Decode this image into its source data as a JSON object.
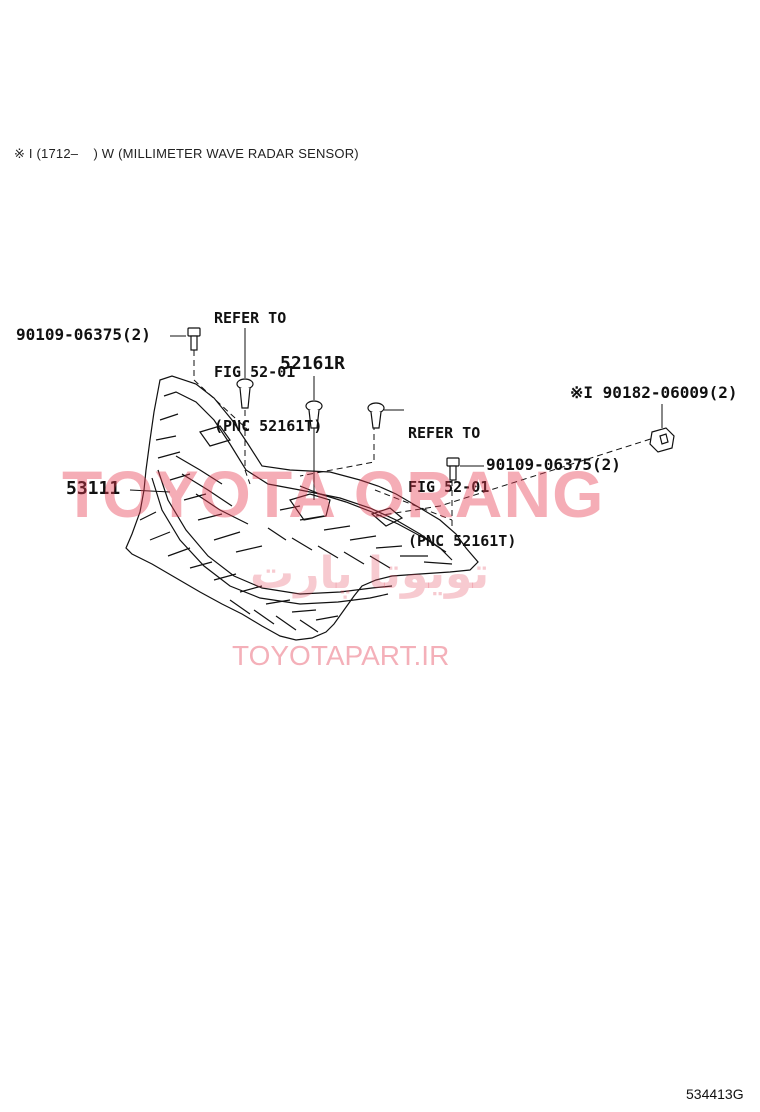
{
  "note": "※ I (1712–    ) W (MILLIMETER WAVE RADAR SENSOR)",
  "labels": {
    "bolt_left": "90109-06375(2)",
    "emblem": "52161R",
    "grille": "53111",
    "bolt_right": "90109-06375(2)",
    "sensor_part": "※I 90182-06009(2)"
  },
  "refer_left": {
    "line1": "REFER TO",
    "line2": "FIG 52-01",
    "line3": "(PNC 52161T)"
  },
  "refer_right": {
    "line1": "REFER TO",
    "line2": "FIG 52-01",
    "line3": "(PNC 52161T)"
  },
  "watermark": {
    "main": "TOYOTA ORANG",
    "persian": "تویوتا پارت",
    "url": "TOYOTAPART.IR"
  },
  "figure_number": "534413G"
}
